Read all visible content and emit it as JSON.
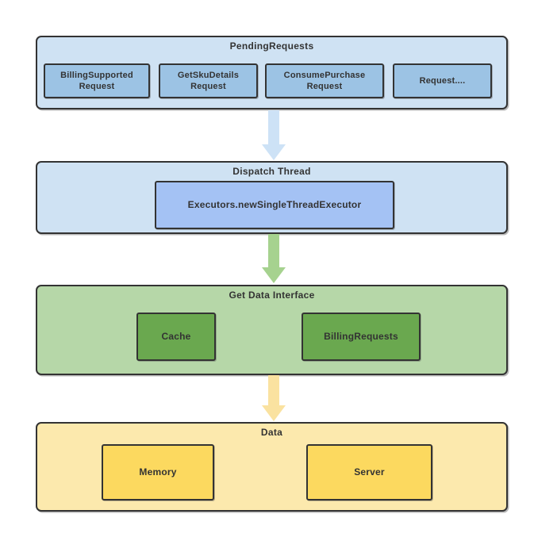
{
  "theme": {
    "background": "#ffffff",
    "border": "#333333",
    "text": "#333333",
    "panel_blue": "#cfe2f3",
    "box_blue": "#9cc3e4",
    "box_cornflower": "#a4c2f4",
    "panel_green": "#b6d7a8",
    "box_green": "#6aa84f",
    "panel_yellow": "#fce9ad",
    "box_yellow": "#fcd95f",
    "arrow_blue": "#cde2f6",
    "arrow_green": "#a6d28f",
    "arrow_yellow": "#fae2a0"
  },
  "diagram": {
    "sections": [
      {
        "title": "PendingRequests",
        "items": [
          {
            "label": "BillingSupported Request"
          },
          {
            "label": "GetSkuDetails Request"
          },
          {
            "label": "ConsumePurchase Request"
          },
          {
            "label": "Request...."
          }
        ]
      },
      {
        "title": "Dispatch Thread",
        "items": [
          {
            "label": "Executors.newSingleThreadExecutor"
          }
        ]
      },
      {
        "title": "Get Data Interface",
        "items": [
          {
            "label": "Cache"
          },
          {
            "label": "BillingRequests"
          }
        ]
      },
      {
        "title": "Data",
        "items": [
          {
            "label": "Memory"
          },
          {
            "label": "Server"
          }
        ]
      }
    ],
    "arrows": [
      {
        "name": "pending-to-dispatch",
        "color": "#cde2f6"
      },
      {
        "name": "dispatch-to-getdata",
        "color": "#a6d28f"
      },
      {
        "name": "getdata-to-data",
        "color": "#fae2a0"
      }
    ]
  }
}
